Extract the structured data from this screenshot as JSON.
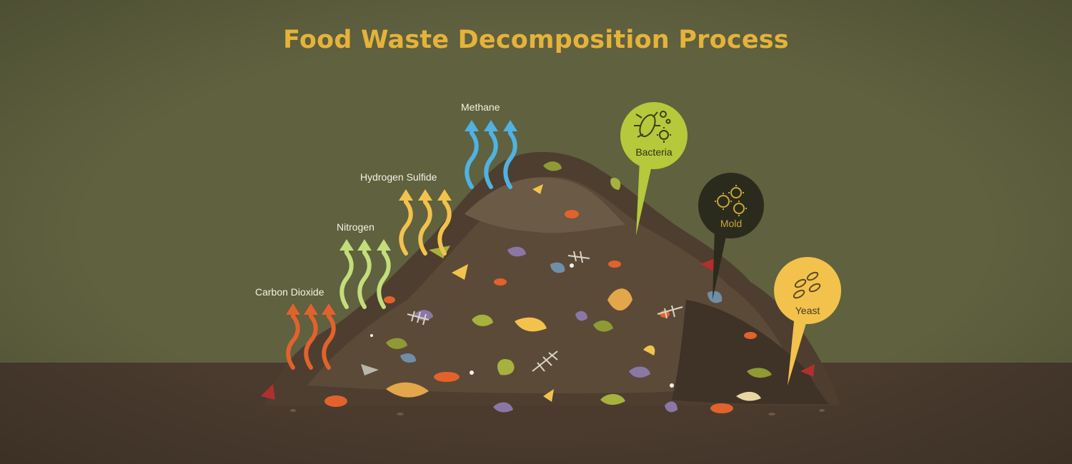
{
  "title": "Food Waste Decomposition Process",
  "colors": {
    "sky": "#5f613f",
    "ground": "#4a3b2e",
    "title": "#e5b23a",
    "carbon_dioxide": "#e2622c",
    "nitrogen": "#c4dd7a",
    "hydrogen_sulfide": "#f3c24c",
    "methane": "#4fb2e2",
    "bacteria": "#b5c93a",
    "mold": "#2b2b1d",
    "yeast": "#f3c24c"
  },
  "gases": [
    {
      "id": "carbon-dioxide",
      "label": "Carbon Dioxide"
    },
    {
      "id": "nitrogen",
      "label": "Nitrogen"
    },
    {
      "id": "hydrogen-sulfide",
      "label": "Hydrogen Sulfide"
    },
    {
      "id": "methane",
      "label": "Methane"
    }
  ],
  "organisms": [
    {
      "id": "bacteria",
      "label": "Bacteria",
      "icon": "bacteria-icon"
    },
    {
      "id": "mold",
      "label": "Mold",
      "icon": "mold-icon"
    },
    {
      "id": "yeast",
      "label": "Yeast",
      "icon": "yeast-icon"
    }
  ]
}
